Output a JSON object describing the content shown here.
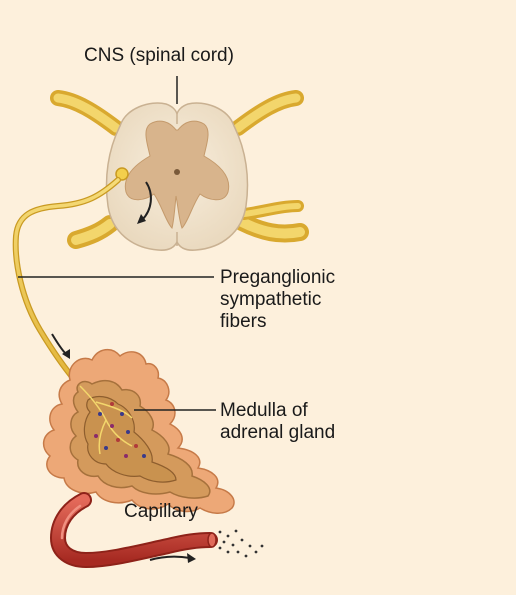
{
  "labels": {
    "cns": "CNS (spinal cord)",
    "preganglionic": [
      "Preganglionic",
      "sympathetic",
      "fibers"
    ],
    "medulla": [
      "Medulla of",
      "adrenal gland"
    ],
    "capillary": "Capillary"
  },
  "colors": {
    "background": "#fdf0dc",
    "white_matter": "#f1e4cf",
    "gray_matter": "#d8b48c",
    "nerve": "#e8c24a",
    "gland_cortex": "#eda877",
    "gland_medulla": "#c98f4e",
    "capillary": "#c83a2e",
    "leader_line": "#222222"
  }
}
